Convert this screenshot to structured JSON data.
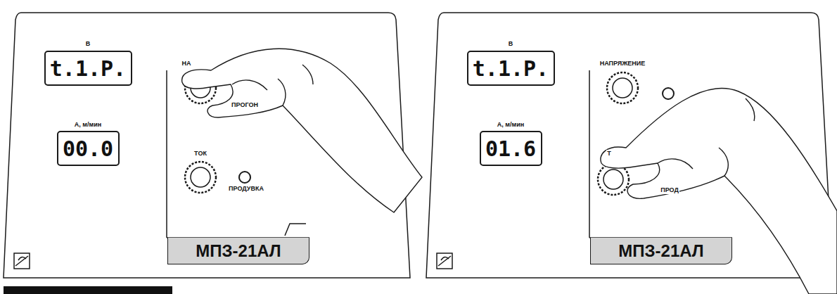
{
  "diagram": {
    "nodes": [
      {
        "text": [
          "t.1.P."
        ]
      },
      {
        "text": [
          "00.0"
        ]
      },
      {
        "text": [
          "МПЗ-21АЛ"
        ]
      },
      {
        "text": [
          "t.1.P."
        ]
      },
      {
        "text": [
          "01.6"
        ]
      },
      {
        "text": [
          "МПЗ-21АЛ"
        ]
      }
    ],
    "labels": [
      "В",
      "А, м/мин",
      "НА",
      "ПРОГОН",
      "ТОК",
      "ПРОДУВКА",
      "В",
      "А, м/мин",
      "НАПРЯЖЕНИЕ",
      "Т",
      "ПРОД"
    ]
  }
}
